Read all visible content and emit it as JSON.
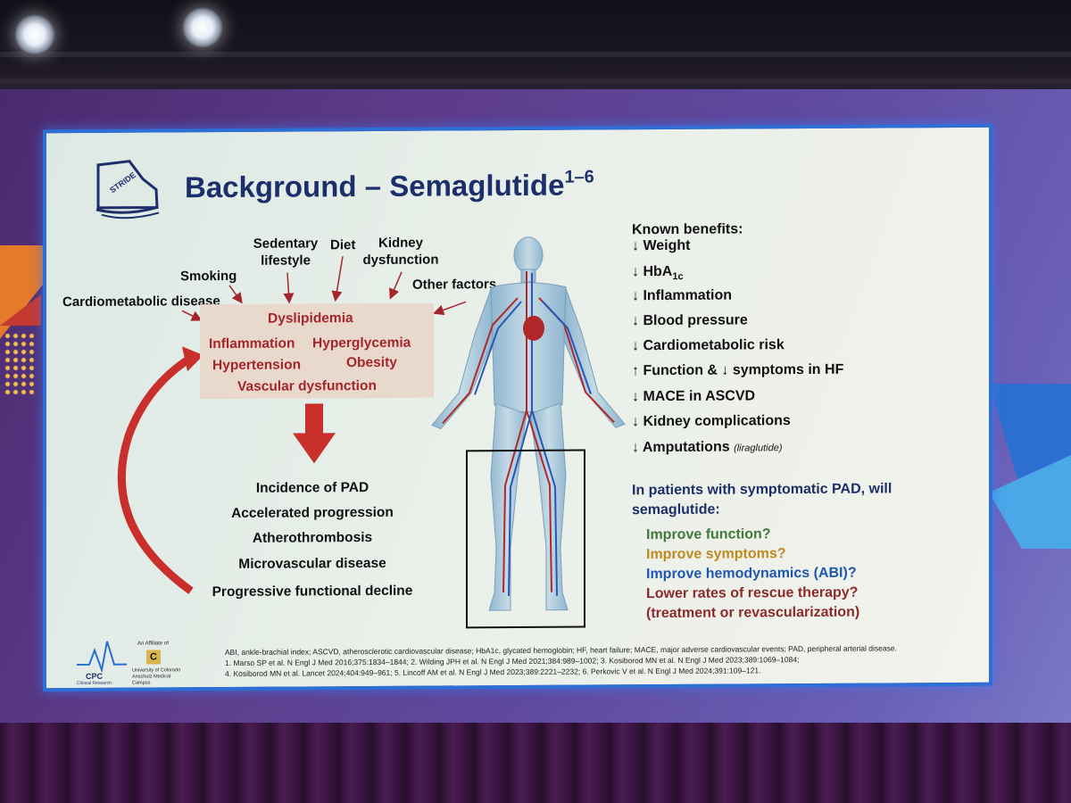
{
  "slide": {
    "title": "Background – Semaglutide",
    "title_sup": "1–6",
    "risk_factors": [
      "Cardiometabolic disease",
      "Smoking",
      "Sedentary lifestyle",
      "Diet",
      "Kidney dysfunction",
      "Other factors"
    ],
    "mechanisms": [
      "Dyslipidemia",
      "Inflammation",
      "Hyperglycemia",
      "Hypertension",
      "Obesity",
      "Vascular dysfunction"
    ],
    "outcomes": [
      "Incidence of PAD",
      "Accelerated progression",
      "Atherothrombosis",
      "Microvascular disease",
      "Progressive functional decline"
    ],
    "benefits_title": "Known benefits:",
    "benefits": [
      "↓ Weight",
      "↓ HbA",
      "↓ Inflammation",
      "↓ Blood pressure",
      "↓ Cardiometabolic risk",
      "↑ Function & ↓ symptoms in HF",
      "↓ MACE in ASCVD",
      "↓ Kidney complications",
      "↓ Amputations"
    ],
    "hba_sub": "1c",
    "amputations_note": "(liraglutide)",
    "question": "In patients with symptomatic PAD, will semaglutide:",
    "questions": [
      {
        "text": "Improve function?",
        "color": "#3f7a3a"
      },
      {
        "text": "Improve symptoms?",
        "color": "#c08a1e"
      },
      {
        "text": "Improve hemodynamics (ABI)?",
        "color": "#1f57b0"
      },
      {
        "text": "Lower rates of rescue therapy?",
        "color": "#8c2a2a"
      },
      {
        "text": "(treatment or revascularization)",
        "color": "#8c2a2a"
      }
    ],
    "footnotes": [
      "ABI, ankle-brachial index; ASCVD, atherosclerotic cardiovascular disease; HbA1c, glycated hemoglobin; HF, heart failure; MACE, major adverse cardiovascular events; PAD, peripheral arterial disease.",
      "1. Marso SP et al. N Engl J Med 2016;375:1834–1844; 2. Wilding JPH et al. N Engl J Med 2021;384:989–1002; 3. Kosiborod MN et al. N Engl J Med 2023;389:1069–1084;",
      "4. Kosiborod MN et al. Lancet 2024;404:949–961; 5. Lincoff AM et al. N Engl J Med 2023;389:2221–2232; 6. Perkovic V et al. N Engl J Med 2024;391:109–121."
    ],
    "logo_stride": "STRIDE",
    "logo_cpc": "CPC",
    "logo_cpc_sub": "Clinical Research",
    "affiliate": "An Affiliate of",
    "university": "University of Colorado Anschutz Medical Campus"
  }
}
